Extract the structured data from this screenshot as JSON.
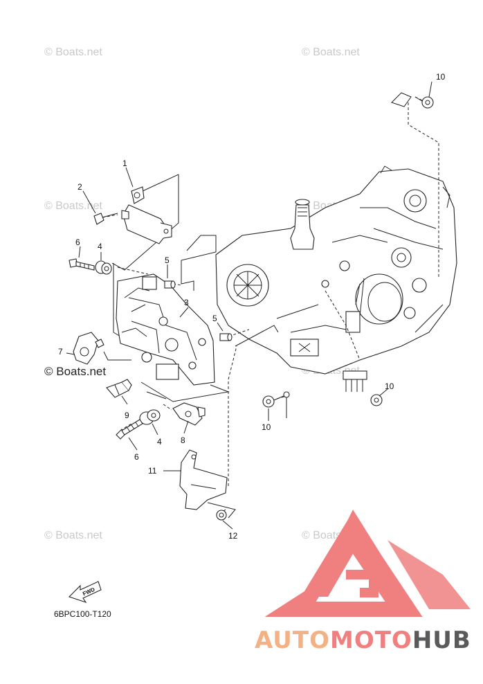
{
  "watermarks": {
    "text": "© Boats.net",
    "prominent": "© Boats.net"
  },
  "part_numbers": {
    "p1": "1",
    "p2": "2",
    "p3": "3",
    "p4a": "4",
    "p4b": "4",
    "p5a": "5",
    "p5b": "5",
    "p6a": "6",
    "p6b": "6",
    "p7": "7",
    "p8": "8",
    "p9": "9",
    "p10a": "10",
    "p10b": "10",
    "p10c": "10",
    "p11": "11",
    "p12": "12"
  },
  "fwd_label": "FWD",
  "diagram_code": "6BPC100-T120",
  "logo": {
    "text": "AUTOMOTOHUB",
    "colors": {
      "primary": "#f08080",
      "secondary": "#f4b183",
      "dark": "#5a5a5a"
    }
  }
}
